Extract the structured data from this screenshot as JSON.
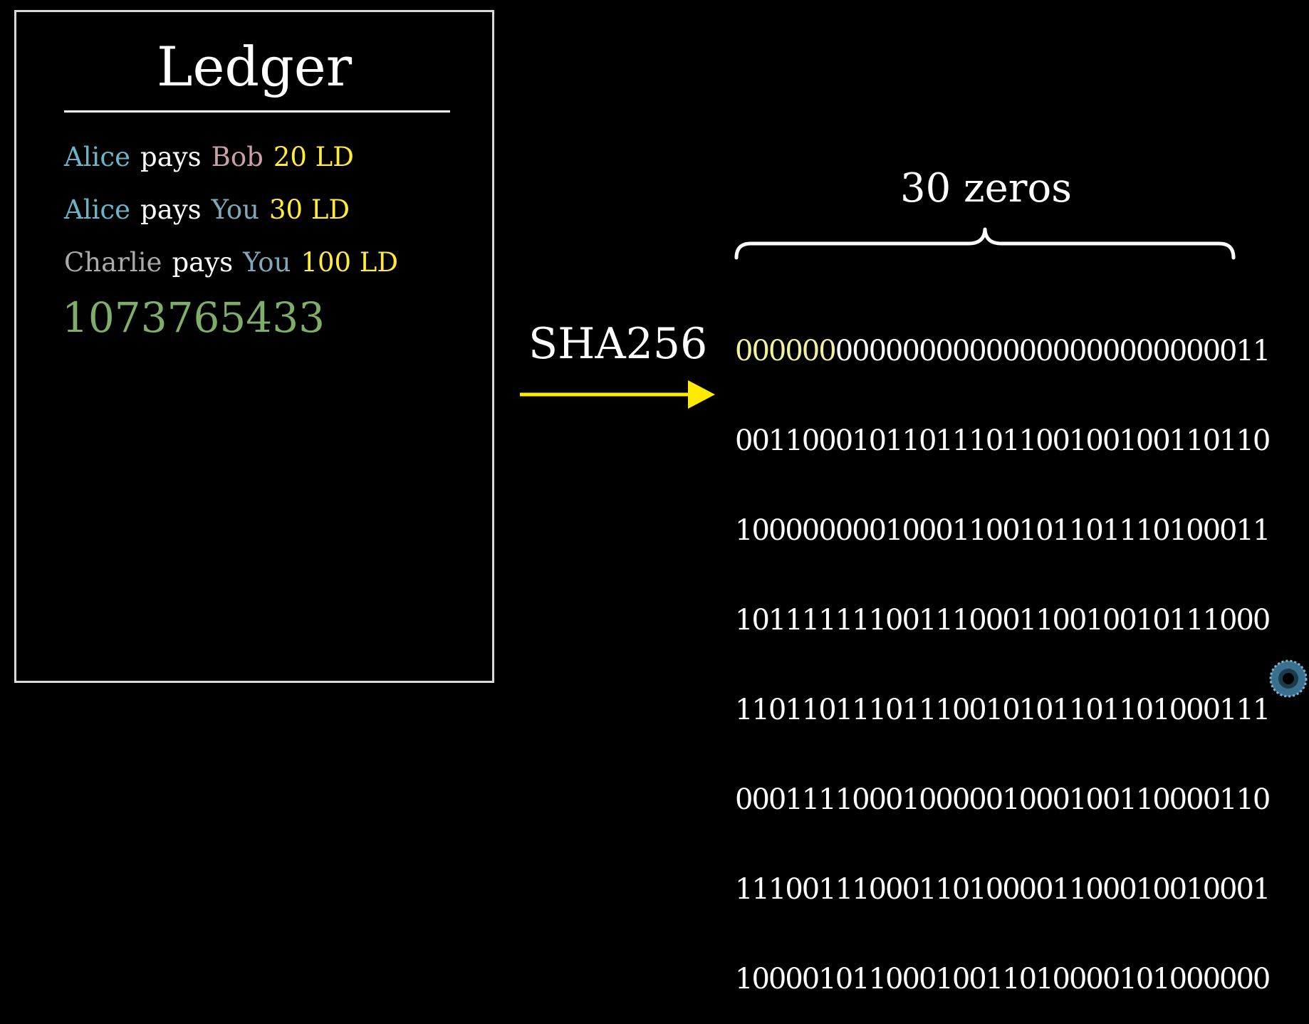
{
  "colors": {
    "background": "#000000",
    "box_border": "#d9d9d9",
    "white": "#ffffff",
    "alice": "#6bb5c9",
    "bob": "#c9a0a8",
    "you": "#7fa8b8",
    "charlie": "#aaaaaa",
    "amount": "#ffeb3b",
    "nonce": "#7fae6a",
    "arrow": "#ffeb00",
    "zeros_highlight": "#f0f0a0"
  },
  "ledger": {
    "title": "Ledger",
    "transactions": [
      {
        "from": "Alice",
        "verb": "pays",
        "to": "Bob",
        "amount": "20 LD"
      },
      {
        "from": "Alice",
        "verb": "pays",
        "to": "You",
        "amount": "30 LD"
      },
      {
        "from": "Charlie",
        "verb": "pays",
        "to": "You",
        "amount": "100 LD"
      }
    ],
    "nonce": "1073765433"
  },
  "hash_function": {
    "label": "SHA256",
    "arrow_icon": "right-arrow-icon"
  },
  "output": {
    "zeros_label": "30 zeros",
    "brace_icon": "curly-brace-icon",
    "first_line_highlight": "000000",
    "first_line_rest": "00000000000000000000000011",
    "lines": [
      "00110001011011101100100100110110",
      "10000000010001100101101110100011",
      "10111111100111000110010010111000",
      "11011011101110010101101101000111",
      "00011110001000001000100110000110",
      "11100111000110100001100010010001",
      "10000101100010011010000101000000"
    ]
  },
  "branding": {
    "logo_icon": "pi-creature-eye-logo-icon"
  }
}
